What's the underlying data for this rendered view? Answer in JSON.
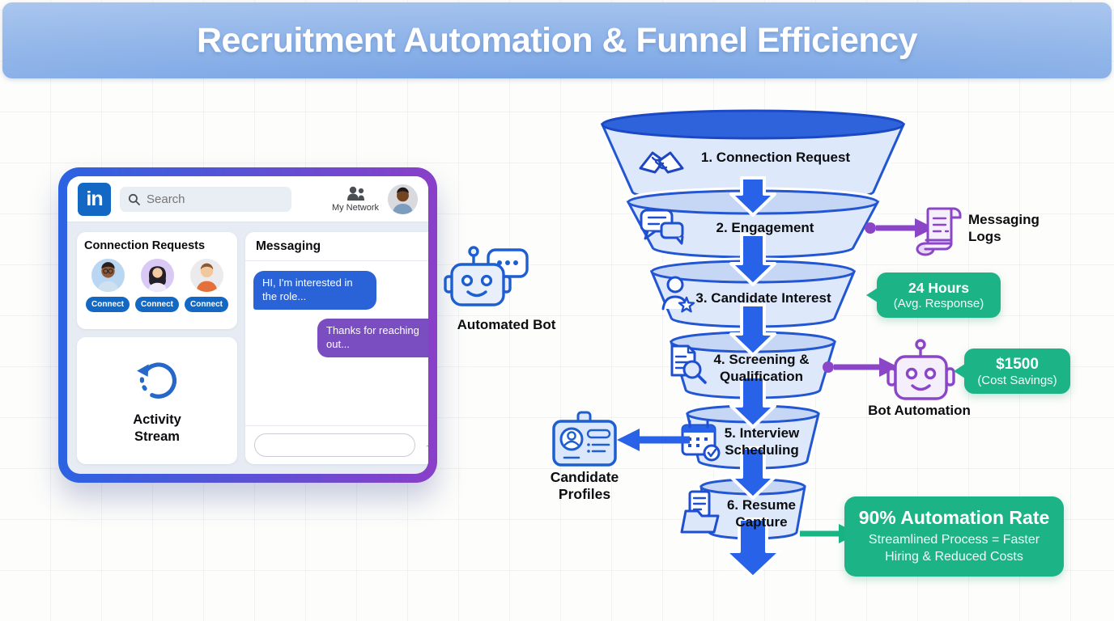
{
  "header": {
    "title": "Recruitment Automation & Funnel Efficiency"
  },
  "colors": {
    "accent_blue": "#2862e8",
    "accent_purple": "#8b46c8",
    "accent_green": "#1cb487",
    "linkedin_blue": "#1268c3"
  },
  "linkedin": {
    "logo_text": "in",
    "search_placeholder": "Search",
    "nav_label": "My Network",
    "connection_requests": {
      "title": "Connection Requests",
      "buttons": [
        "Connect",
        "Connect",
        "Connect"
      ]
    },
    "messaging": {
      "title": "Messaging",
      "incoming": "HI, I'm interested in the role...",
      "outgoing": "Thanks for reaching out..."
    },
    "activity_label": "Activity Stream"
  },
  "automated_bot": {
    "label": "Automated Bot"
  },
  "funnel": {
    "stages": [
      {
        "label": "1. Connection Request",
        "icon": "handshake-icon"
      },
      {
        "label": "2. Engagement",
        "icon": "chat-bubbles-icon"
      },
      {
        "label": "3. Candidate Interest",
        "icon": "person-star-icon"
      },
      {
        "label": "4. Screening & Qualification",
        "icon": "document-magnifier-icon"
      },
      {
        "label": "5. Interview Scheduling",
        "icon": "calendar-check-icon"
      },
      {
        "label": "6. Resume Capture",
        "icon": "folder-document-icon"
      }
    ]
  },
  "annotations": {
    "messaging_logs": {
      "label": "Messaging Logs"
    },
    "avg_response": {
      "value": "24 Hours",
      "caption": "(Avg. Response)"
    },
    "cost_savings": {
      "value": "$1500",
      "caption": "(Cost Savings)"
    },
    "bot_automation": {
      "label": "Bot Automation"
    },
    "candidate_profiles": {
      "label": "Candidate Profiles"
    },
    "automation_rate": {
      "headline": "90% Automation Rate",
      "subtext": "Streamlined Process = Faster Hiring & Reduced Costs"
    }
  }
}
